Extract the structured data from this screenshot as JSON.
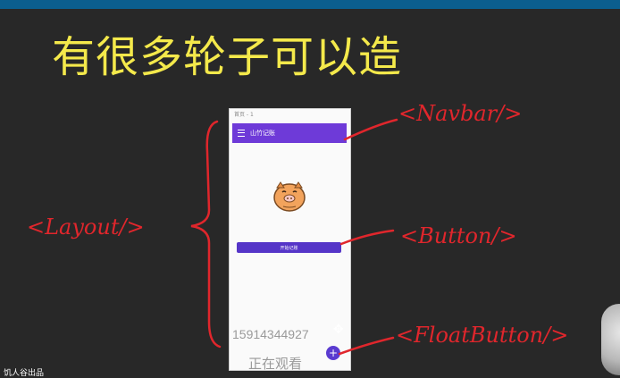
{
  "slide": {
    "title": "有很多轮子可以造",
    "footer": "饥人谷出品"
  },
  "annotations": {
    "navbar": "<Navbar/>",
    "layout": "<Layout/>",
    "button": "<Button/>",
    "float_button": "<FloatButton/>"
  },
  "phone": {
    "window_title": "首页 - 1",
    "app_title": "山竹记账",
    "button_label": "开始记账",
    "fab_icon": "plus-icon",
    "fab_symbol": "+"
  },
  "overlay": {
    "number": "15914344927",
    "status": "正在观看"
  },
  "colors": {
    "title": "#f4e94b",
    "ink": "#e0262c",
    "navbar": "#6e3ad8",
    "button": "#5535c8"
  }
}
